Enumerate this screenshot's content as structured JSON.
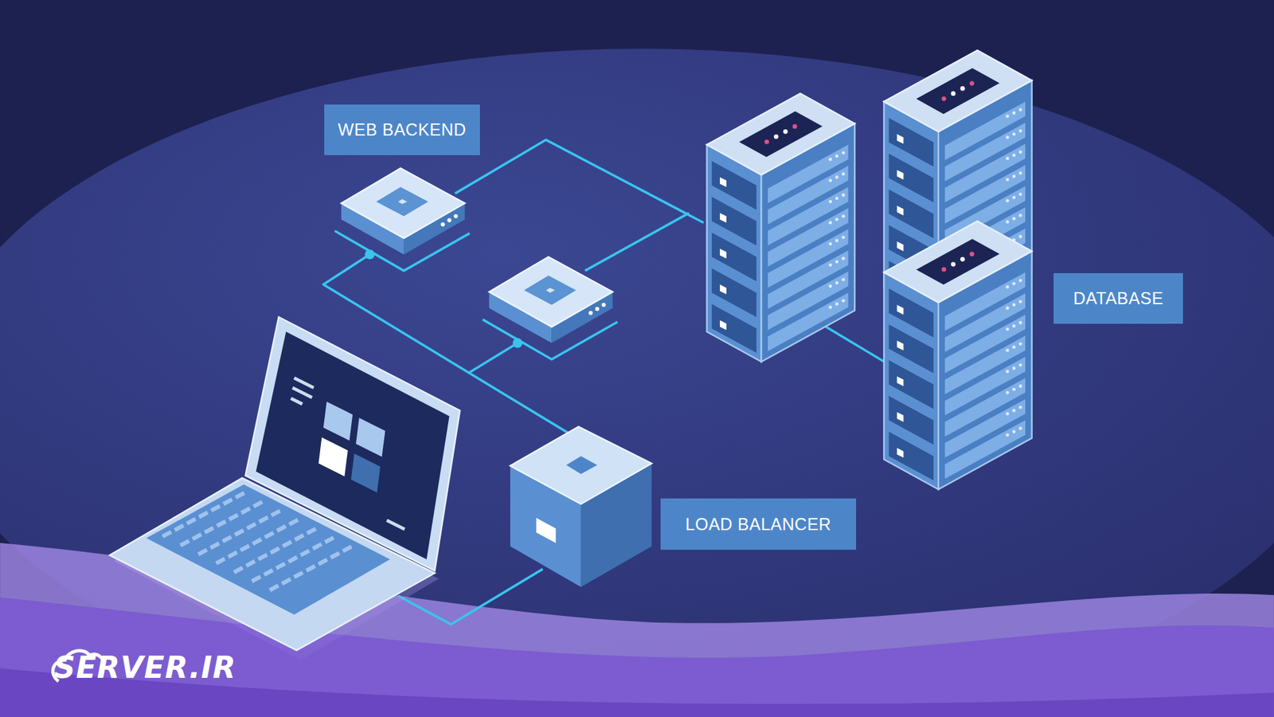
{
  "diagram": {
    "nodes": [
      {
        "text": [
          "WEB BACKEND"
        ]
      },
      {
        "text": [
          "DATABASE"
        ]
      },
      {
        "text": [
          "LOAD BALANCER"
        ]
      }
    ],
    "labels": [
      "SERVER.IR"
    ]
  }
}
